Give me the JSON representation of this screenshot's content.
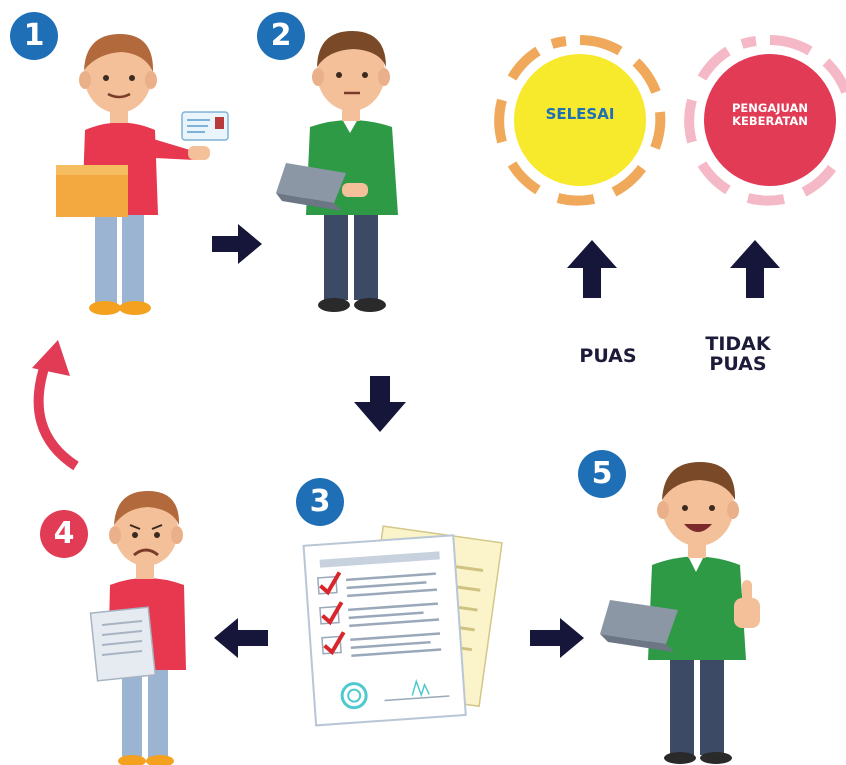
{
  "steps": [
    {
      "number": "1"
    },
    {
      "number": "2"
    },
    {
      "number": "3"
    },
    {
      "number": "4"
    },
    {
      "number": "5"
    }
  ],
  "outcomes": {
    "selesai": {
      "label": "SELESAI"
    },
    "pengajuan": {
      "line1": "PENGAJUAN",
      "line2": "KEBERATAN"
    },
    "puas": {
      "label": "PUAS"
    },
    "tidak_puas": {
      "line1": "TIDAK",
      "line2": "PUAS"
    }
  },
  "colors": {
    "step_blue": "#1e6fb5",
    "step_red": "#e23b55",
    "arrow_navy": "#15163a",
    "selesai_fill": "#f7e92c",
    "selesai_ring": "#f0a85a",
    "keberatan_fill": "#e23b55",
    "keberatan_ring": "#f5b8c6",
    "return_arrow": "#e23b55"
  }
}
